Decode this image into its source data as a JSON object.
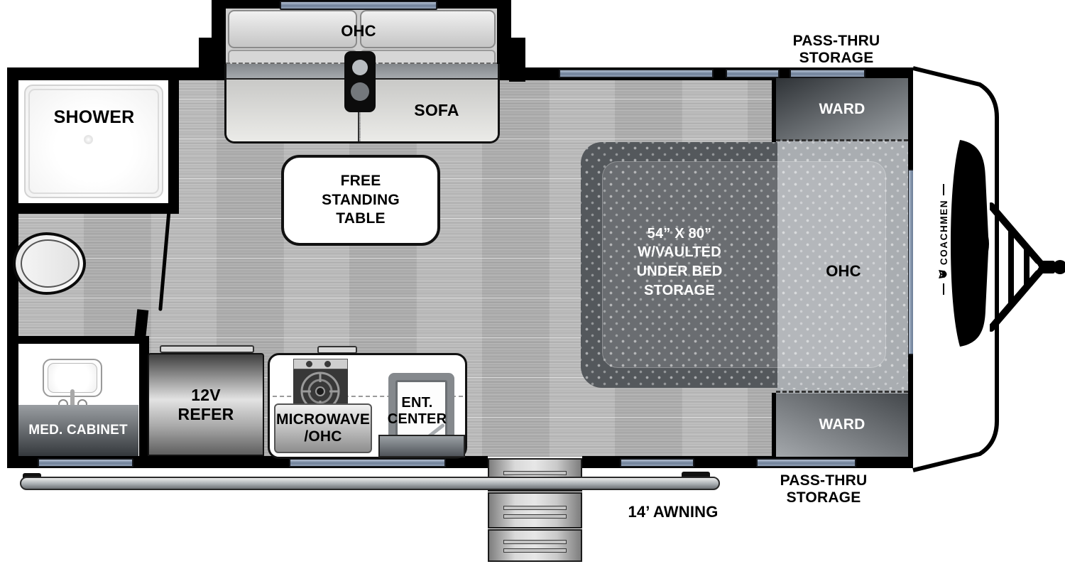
{
  "floorplan": {
    "brand": "COACHMEN",
    "exterior": {
      "pass_thru_top": [
        "PASS-THRU",
        "STORAGE"
      ],
      "pass_thru_bottom": [
        "PASS-THRU",
        "STORAGE"
      ],
      "awning": "14’ AWNING"
    },
    "bedroom": {
      "ward_top": "WARD",
      "ward_bottom": "WARD",
      "ohc": "OHC",
      "bed": [
        "54” X 80”",
        "W/VAULTED",
        "UNDER BED",
        "STORAGE"
      ]
    },
    "living": {
      "ohc": "OHC",
      "sofa": "SOFA",
      "table": [
        "FREE",
        "STANDING",
        "TABLE"
      ]
    },
    "kitchen": {
      "refer": [
        "12V",
        "REFER"
      ],
      "microwave": [
        "MICROWAVE",
        "/OHC"
      ],
      "ent_center": [
        "ENT.",
        "CENTER"
      ]
    },
    "bath": {
      "shower": "SHOWER",
      "med_cabinet": "MED. CABINET"
    },
    "colors": {
      "wall": "#000000",
      "floor": "#b4b4b4",
      "window": "#8193ab",
      "bed_dark": "#54585c",
      "ohc_light": "#a9adb1"
    }
  }
}
